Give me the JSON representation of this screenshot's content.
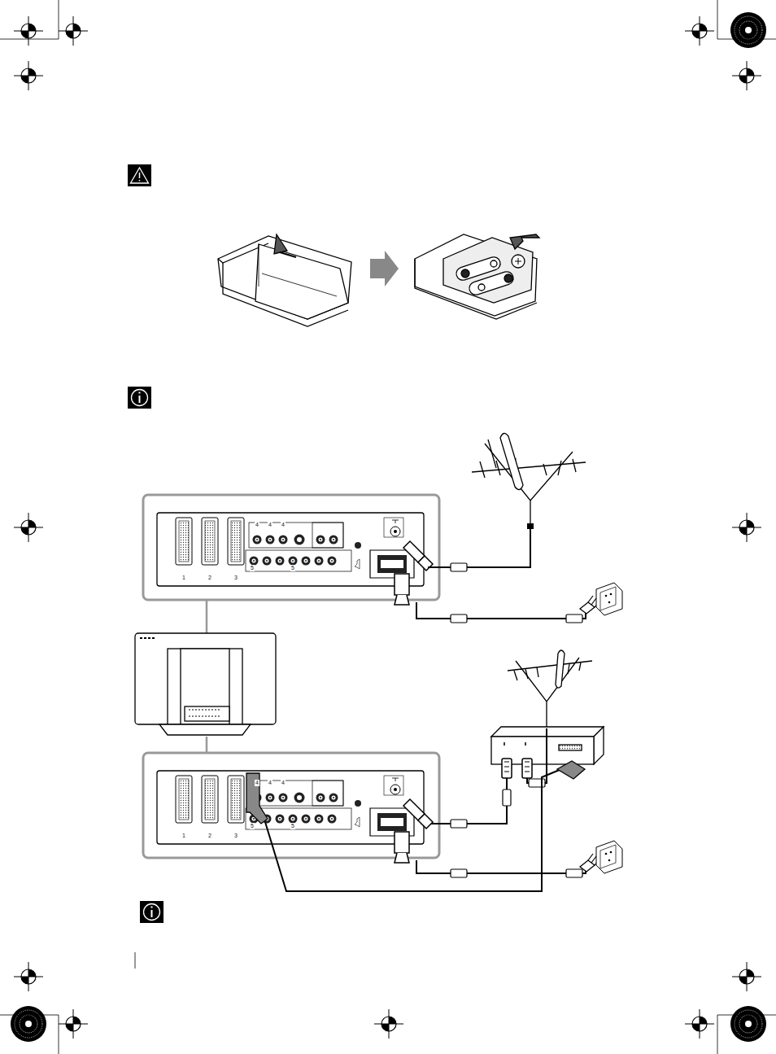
{
  "diagram": {
    "labels": [
      "1",
      "2",
      "3",
      "4",
      "4",
      "4",
      "5",
      "5",
      "1",
      "2",
      "3",
      "4",
      "4",
      "4",
      "5",
      "5"
    ]
  }
}
